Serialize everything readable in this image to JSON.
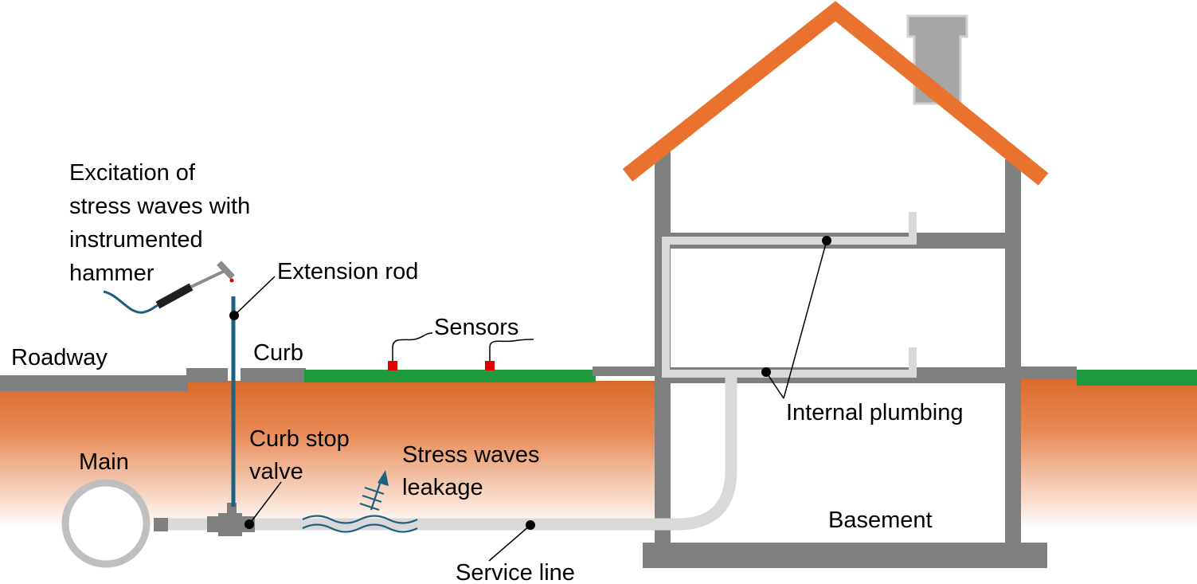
{
  "labels": {
    "excitation": [
      "Excitation of",
      "stress waves with",
      "instrumented",
      "hammer"
    ],
    "extension_rod": "Extension rod",
    "sensors": "Sensors",
    "roadway": "Roadway",
    "curb": "Curb",
    "curb_stop_valve": [
      "Curb stop",
      "valve"
    ],
    "main": "Main",
    "stress_waves_leakage": [
      "Stress waves",
      "leakage"
    ],
    "internal_plumbing": "Internal plumbing",
    "basement": "Basement",
    "service_line": "Service line"
  },
  "colors": {
    "soil_top": "#d9692a",
    "soil_bottom": "#ffffff",
    "grass": "#1e9a3c",
    "pavement": "#7f7f7f",
    "wall": "#7f7f7f",
    "roof": "#e8722e",
    "chimney": "#a6a6a6",
    "pipe": "#d9d9d9",
    "rod": "#1f5f7f",
    "wave": "#1f5f7f",
    "sensor": "#e00000"
  }
}
